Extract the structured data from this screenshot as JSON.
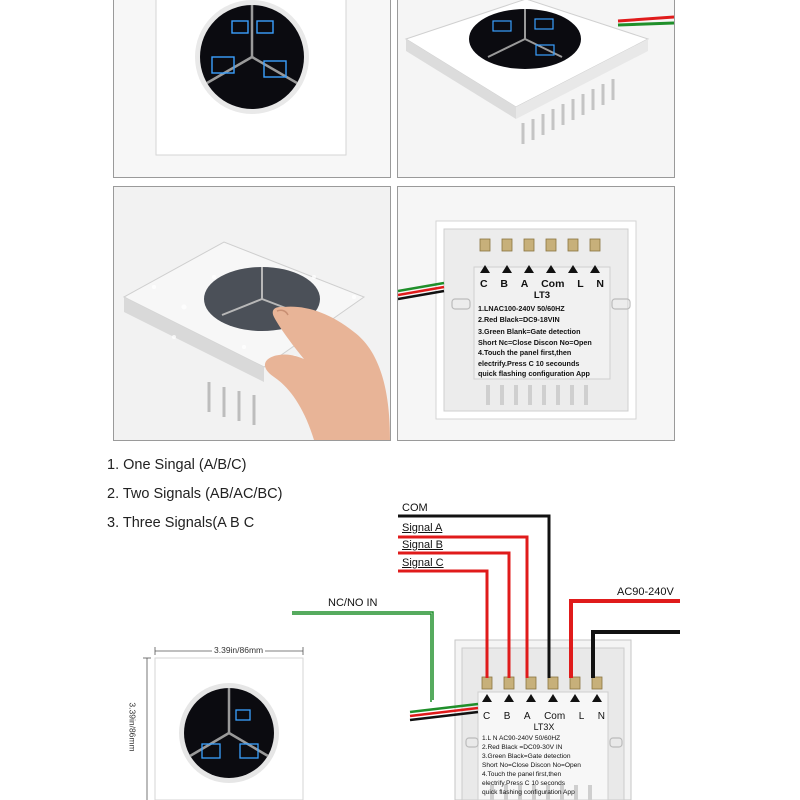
{
  "features": {
    "items": [
      "1. One Singal (A/B/C)",
      "2. Two Signals (AB/AC/BC)",
      "3. Three Signals(A B C"
    ]
  },
  "back_panel_photo": {
    "terminals": [
      "C",
      "B",
      "A",
      "Com",
      "L",
      "N"
    ],
    "model": "LT3",
    "spec_lines": [
      "1.LNAC100-240V 50/60HZ",
      "2.Red Black=DC9-18VIN",
      "3.Green Blank=Gate detection",
      "Short Nc=Close    Discon No=Open",
      "4.Touch the panel first,then",
      "electrify.Press C 10 secounds",
      "quick flashing configuration App"
    ]
  },
  "wiring": {
    "labels": {
      "com": "COM",
      "signal_a": "Signal A",
      "signal_b": "Signal B",
      "signal_c": "Signal C",
      "ac": "AC90-240V",
      "nc_no": "NC/NO IN"
    },
    "dimension_width": "3.39in/86mm",
    "dimension_height": "3.39in/86mm",
    "terminals": [
      "C",
      "B",
      "A",
      "Com",
      "L",
      "N"
    ],
    "model": "LT3X",
    "spec_lines": [
      "1.L N AC90-240V 50/60HZ",
      "2.Red Black =DC09-30V IN",
      "3.Green Black=Gate detection",
      "Short No=Close     Discon No=Open",
      "4.Touch the panel first,then",
      "electrify.Press C 10 seconds",
      "quick flashing configuration App"
    ]
  },
  "colors": {
    "signal_wire": "#e01b1b",
    "com_wire": "#111111",
    "nc_wire": "#1f8f2a",
    "touch_face": "#0b0b10",
    "icon_blue": "#3aa0ff"
  }
}
